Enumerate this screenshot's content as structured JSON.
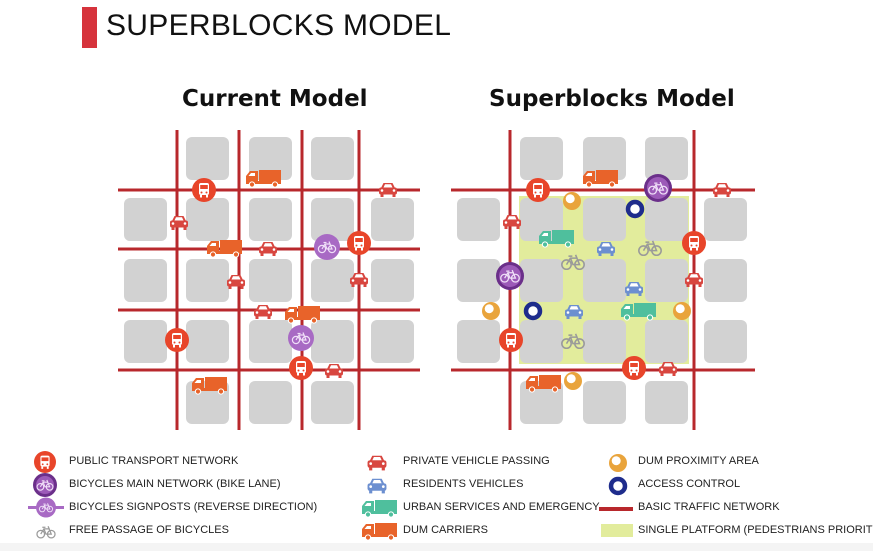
{
  "header": {
    "title": "SUPERBLOCKS MODEL",
    "accent_color": "#d6333c"
  },
  "models": [
    {
      "id": "current",
      "title": "Current Model"
    },
    {
      "id": "superblocks",
      "title": "Superblocks Model"
    }
  ],
  "colors": {
    "road": "#b8282c",
    "block": "#d2d2d2",
    "platform": "#e2ec9c",
    "public_transport": "#e8452a",
    "bike_main": "#6b2f8a",
    "bike_signpost": "#a86ac4",
    "free_bike": "#9a9a9a",
    "private_vehicle": "#d8463f",
    "resident_vehicle": "#6c8fd0",
    "urban_service": "#4fbf9d",
    "dum_carrier": "#e8632a",
    "dum_proximity": "#e9a43c",
    "access_control": "#1e2c8c"
  },
  "legend": {
    "column1": [
      {
        "icon": "bus-icon",
        "label": "PUBLIC TRANSPORT NETWORK"
      },
      {
        "icon": "bike-lane-icon",
        "label": "BICYCLES MAIN NETWORK (BIKE LANE)"
      },
      {
        "icon": "bike-signpost-icon",
        "label": "BICYCLES SIGNPOSTS (REVERSE DIRECTION)"
      },
      {
        "icon": "free-bike-icon",
        "label": "FREE PASSAGE OF BICYCLES"
      }
    ],
    "column2": [
      {
        "icon": "private-car-icon",
        "label": "PRIVATE VEHICLE PASSING"
      },
      {
        "icon": "resident-car-icon",
        "label": "RESIDENTS VEHICLES"
      },
      {
        "icon": "service-truck-icon",
        "label": "URBAN SERVICES AND EMERGENCY"
      },
      {
        "icon": "dum-truck-icon",
        "label": "DUM CARRIERS"
      }
    ],
    "column3": [
      {
        "icon": "dum-proximity-icon",
        "label": "DUM PROXIMITY AREA"
      },
      {
        "icon": "access-control-icon",
        "label": "ACCESS CONTROL"
      },
      {
        "icon": "traffic-line-icon",
        "label": "BASIC TRAFFIC NETWORK"
      },
      {
        "icon": "platform-swatch-icon",
        "label": "SINGLE PLATFORM (PEDESTRIANS PRIORITY)"
      }
    ]
  }
}
